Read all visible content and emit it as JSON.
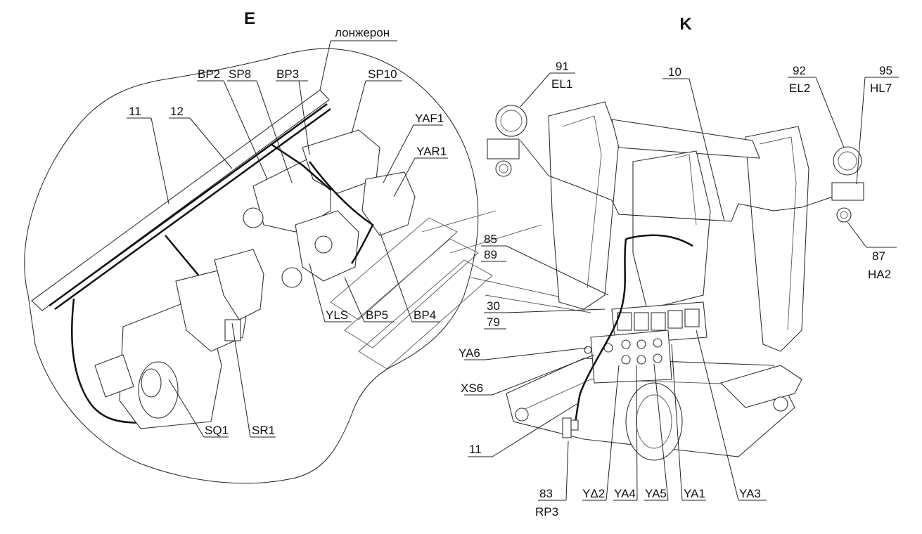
{
  "views": {
    "left": "E",
    "right": "K"
  },
  "left_labels": {
    "longeron": "лонжерон",
    "bp2": "BP2",
    "sp8": "SP8",
    "bp3": "BP3",
    "sp10": "SP10",
    "n11": "11",
    "n12": "12",
    "yaf1": "YAF1",
    "yar1": "YAR1",
    "yls": "YLS",
    "bp5": "BP5",
    "bp4": "BP4",
    "sq1": "SQ1",
    "sr1": "SR1"
  },
  "right_labels": {
    "n91": "91",
    "el1": "EL1",
    "n10": "10",
    "n92": "92",
    "el2": "EL2",
    "n95": "95",
    "hl7": "HL7",
    "n87": "87",
    "ha2": "HA2",
    "n85": "85",
    "n89": "89",
    "n30": "30",
    "n79": "79",
    "ya6": "YA6",
    "xs6": "XS6",
    "n11b": "11",
    "n83": "83",
    "rp3": "RP3",
    "yd2": "YΔ2",
    "ya4": "YA4",
    "ya5": "YA5",
    "ya1": "YA1",
    "ya3": "YA3"
  }
}
